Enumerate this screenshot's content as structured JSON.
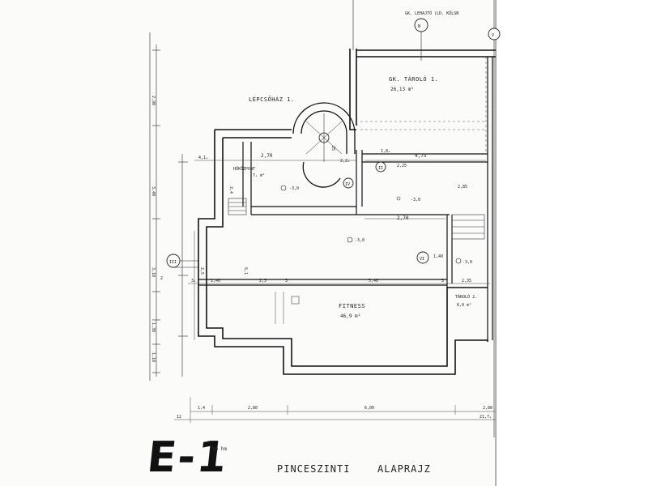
{
  "header_note": "GK. LEHAJTÓ (LD. KÜLSN",
  "sheet_code": "E-1",
  "scale_unit": "hm hm",
  "title_left": "PINCESZINTI",
  "title_right": "ALAPRAJZ",
  "rooms": {
    "storage_1_name": "GK. TÁROLÓ 1.",
    "storage_1_area": "26,13 m²",
    "stairwell": "LÉPCSŐHÁZ 1.",
    "boiler_name": "HŐKÖZPONT",
    "boiler_area": "7ₑ m²",
    "fitness_name": "FITNESS",
    "fitness_area": "46,9 m²",
    "storage_2_name": "TÁROLÓ 2.",
    "storage_2_area": "6,0 m²"
  },
  "grid_markers": [
    "N",
    "V",
    "II",
    "IV",
    "VI",
    "III"
  ],
  "levels": [
    "-3,0",
    "-3,0",
    "-3,0",
    "-3,0"
  ],
  "dimensions": {
    "d_270": "2,70",
    "d_475": "4,75",
    "d_285": "2,85",
    "d_225": "2,25",
    "d_270b": "2,70",
    "d_140": "1,40",
    "d_25": "2,5",
    "d_540": "5,40",
    "d_235": "2,35",
    "d_14": "1,4",
    "d_280": "2,80",
    "d_600": "6,00",
    "d_280b": "2,80",
    "d_12": "12",
    "d_2175": "21,7ₑ",
    "left_290": "2,90",
    "left_310": "3,10",
    "left_340": "3,40",
    "left_130": "1,30",
    "left_110": "1,10",
    "left_2": "2",
    "left_410": "4,1ₑ",
    "v_61": "6,1",
    "v_25": "2,5",
    "v_24": "2,4",
    "v_25b": "25",
    "s_3": "3",
    "s_3b": "3",
    "s_3c": "3ₑ",
    "s_180": "1,8ₑ",
    "s_140": "1,40",
    "s_220": "2,2ₑ"
  }
}
